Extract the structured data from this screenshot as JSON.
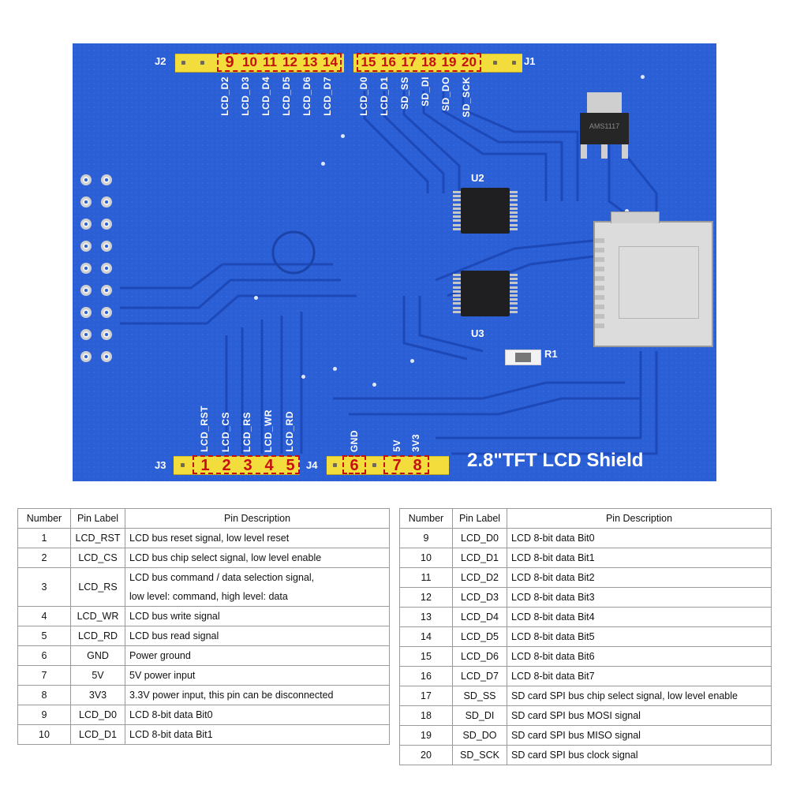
{
  "board": {
    "title": "2.8\"TFT LCD Shield",
    "headers": {
      "j1": "J1",
      "j2": "J2",
      "j3": "J3",
      "j4": "J4"
    },
    "top_pin_numbers_left": [
      "9",
      "10",
      "11",
      "12",
      "13",
      "14"
    ],
    "top_pin_numbers_right": [
      "15",
      "16",
      "17",
      "18",
      "19",
      "20"
    ],
    "bottom_pin_numbers_j3": [
      "1",
      "2",
      "3",
      "4",
      "5"
    ],
    "bottom_pin_numbers_j4": [
      "6",
      "7",
      "8"
    ],
    "top_signal_labels": [
      "LCD_D2",
      "LCD_D3",
      "LCD_D4",
      "LCD_D5",
      "LCD_D6",
      "LCD_D7",
      "LCD_D0",
      "LCD_D1",
      "SD_SS",
      "SD_DI",
      "SD_DO",
      "SD_SCK"
    ],
    "bottom_signal_labels_j3": [
      "LCD_RST",
      "LCD_CS",
      "LCD_RS",
      "LCD_WR",
      "LCD_RD"
    ],
    "bottom_signal_labels_j4": [
      "GND",
      "5V",
      "3V3"
    ],
    "chips": {
      "u2": "U2",
      "u3": "U3"
    },
    "resistor": "R1",
    "regulator_text": "AMS1117"
  },
  "table_headers": {
    "number": "Number",
    "pin_label": "Pin Label",
    "pin_description": "Pin Description"
  },
  "left_table": [
    {
      "number": "1",
      "label": "LCD_RST",
      "desc": [
        "LCD bus reset signal, low level reset"
      ]
    },
    {
      "number": "2",
      "label": "LCD_CS",
      "desc": [
        "LCD bus chip select signal, low level enable"
      ]
    },
    {
      "number": "3",
      "label": "LCD_RS",
      "desc": [
        "LCD bus command / data selection signal,",
        "low level: command, high level: data"
      ]
    },
    {
      "number": "4",
      "label": "LCD_WR",
      "desc": [
        "LCD bus write signal"
      ]
    },
    {
      "number": "5",
      "label": "LCD_RD",
      "desc": [
        "LCD bus read signal"
      ]
    },
    {
      "number": "6",
      "label": "GND",
      "desc": [
        "Power ground"
      ]
    },
    {
      "number": "7",
      "label": "5V",
      "desc": [
        "5V power input"
      ]
    },
    {
      "number": "8",
      "label": "3V3",
      "desc": [
        "3.3V power input, this pin can be disconnected"
      ]
    },
    {
      "number": "9",
      "label": "LCD_D0",
      "desc": [
        "LCD 8-bit data Bit0"
      ]
    },
    {
      "number": "10",
      "label": "LCD_D1",
      "desc": [
        "LCD 8-bit data Bit1"
      ]
    }
  ],
  "right_table": [
    {
      "number": "9",
      "label": "LCD_D0",
      "desc": [
        "LCD 8-bit data Bit0"
      ]
    },
    {
      "number": "10",
      "label": "LCD_D1",
      "desc": [
        "LCD 8-bit data Bit1"
      ]
    },
    {
      "number": "11",
      "label": "LCD_D2",
      "desc": [
        "LCD 8-bit data Bit2"
      ]
    },
    {
      "number": "12",
      "label": "LCD_D3",
      "desc": [
        "LCD 8-bit data Bit3"
      ]
    },
    {
      "number": "13",
      "label": "LCD_D4",
      "desc": [
        "LCD 8-bit data Bit4"
      ]
    },
    {
      "number": "14",
      "label": "LCD_D5",
      "desc": [
        "LCD 8-bit data Bit5"
      ]
    },
    {
      "number": "15",
      "label": "LCD_D6",
      "desc": [
        "LCD 8-bit data Bit6"
      ]
    },
    {
      "number": "16",
      "label": "LCD_D7",
      "desc": [
        "LCD 8-bit data Bit7"
      ]
    },
    {
      "number": "17",
      "label": "SD_SS",
      "desc": [
        "SD card SPI bus chip select signal, low level enable"
      ]
    },
    {
      "number": "18",
      "label": "SD_DI",
      "desc": [
        "SD card SPI bus MOSI signal"
      ]
    },
    {
      "number": "19",
      "label": "SD_DO",
      "desc": [
        "SD card SPI bus MISO signal"
      ]
    },
    {
      "number": "20",
      "label": "SD_SCK",
      "desc": [
        "SD card SPI bus clock signal"
      ]
    }
  ]
}
